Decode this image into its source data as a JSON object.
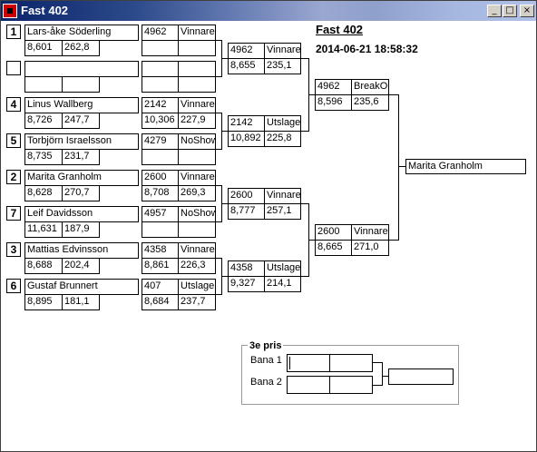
{
  "window": {
    "title": "Fast 402",
    "min_label": "_",
    "max_label": "□",
    "close_label": "×"
  },
  "header": {
    "title": "Fast 402",
    "datetime": "2014-06-21 18:58:32"
  },
  "seeds": [
    "1",
    "4",
    "5",
    "2",
    "7",
    "3",
    "6"
  ],
  "round1": [
    {
      "name": "Lars-åke Söderling",
      "t1": "8,601",
      "t2": "262,8"
    },
    {
      "name": "",
      "t1": "",
      "t2": ""
    },
    {
      "name": "Linus Wallberg",
      "t1": "8,726",
      "t2": "247,7"
    },
    {
      "name": "Torbjörn Israelsson",
      "t1": "8,735",
      "t2": "231,7"
    },
    {
      "name": "Marita Granholm",
      "t1": "8,628",
      "t2": "270,7"
    },
    {
      "name": "Leif Davidsson",
      "t1": "11,631",
      "t2": "187,9"
    },
    {
      "name": "Mattias Edvinsson",
      "t1": "8,688",
      "t2": "202,4"
    },
    {
      "name": "Gustaf Brunnert",
      "t1": "8,895",
      "t2": "181,1"
    }
  ],
  "round1_results": [
    {
      "num": "4962",
      "status": "Vinnare",
      "t1": "",
      "t2": ""
    },
    {
      "num": "",
      "status": "",
      "t1": "",
      "t2": ""
    },
    {
      "num": "2142",
      "status": "Vinnare",
      "t1": "10,306",
      "t2": "227,9"
    },
    {
      "num": "4279",
      "status": "NoShow",
      "t1": "",
      "t2": ""
    },
    {
      "num": "2600",
      "status": "Vinnare",
      "t1": "8,708",
      "t2": "269,3"
    },
    {
      "num": "4957",
      "status": "NoShow",
      "t1": "",
      "t2": ""
    },
    {
      "num": "4358",
      "status": "Vinnare",
      "t1": "8,861",
      "t2": "226,3"
    },
    {
      "num": "407",
      "status": "Utslagen",
      "t1": "8,684",
      "t2": "237,7"
    }
  ],
  "round2": [
    {
      "num": "4962",
      "status": "Vinnare",
      "t1": "8,655",
      "t2": "235,1"
    },
    {
      "num": "2142",
      "status": "Utslagen",
      "t1": "10,892",
      "t2": "225,8"
    },
    {
      "num": "2600",
      "status": "Vinnare",
      "t1": "8,777",
      "t2": "257,1"
    },
    {
      "num": "4358",
      "status": "Utslagen",
      "t1": "9,327",
      "t2": "214,1"
    }
  ],
  "round3": [
    {
      "num": "4962",
      "status": "BreakOut",
      "t1": "8,596",
      "t2": "235,6"
    },
    {
      "num": "2600",
      "status": "Vinnare",
      "t1": "8,665",
      "t2": "271,0"
    }
  ],
  "champion": "Marita Granholm",
  "third_place": {
    "label": "3e pris",
    "lane1": "Bana 1",
    "lane2": "Bana 2"
  }
}
